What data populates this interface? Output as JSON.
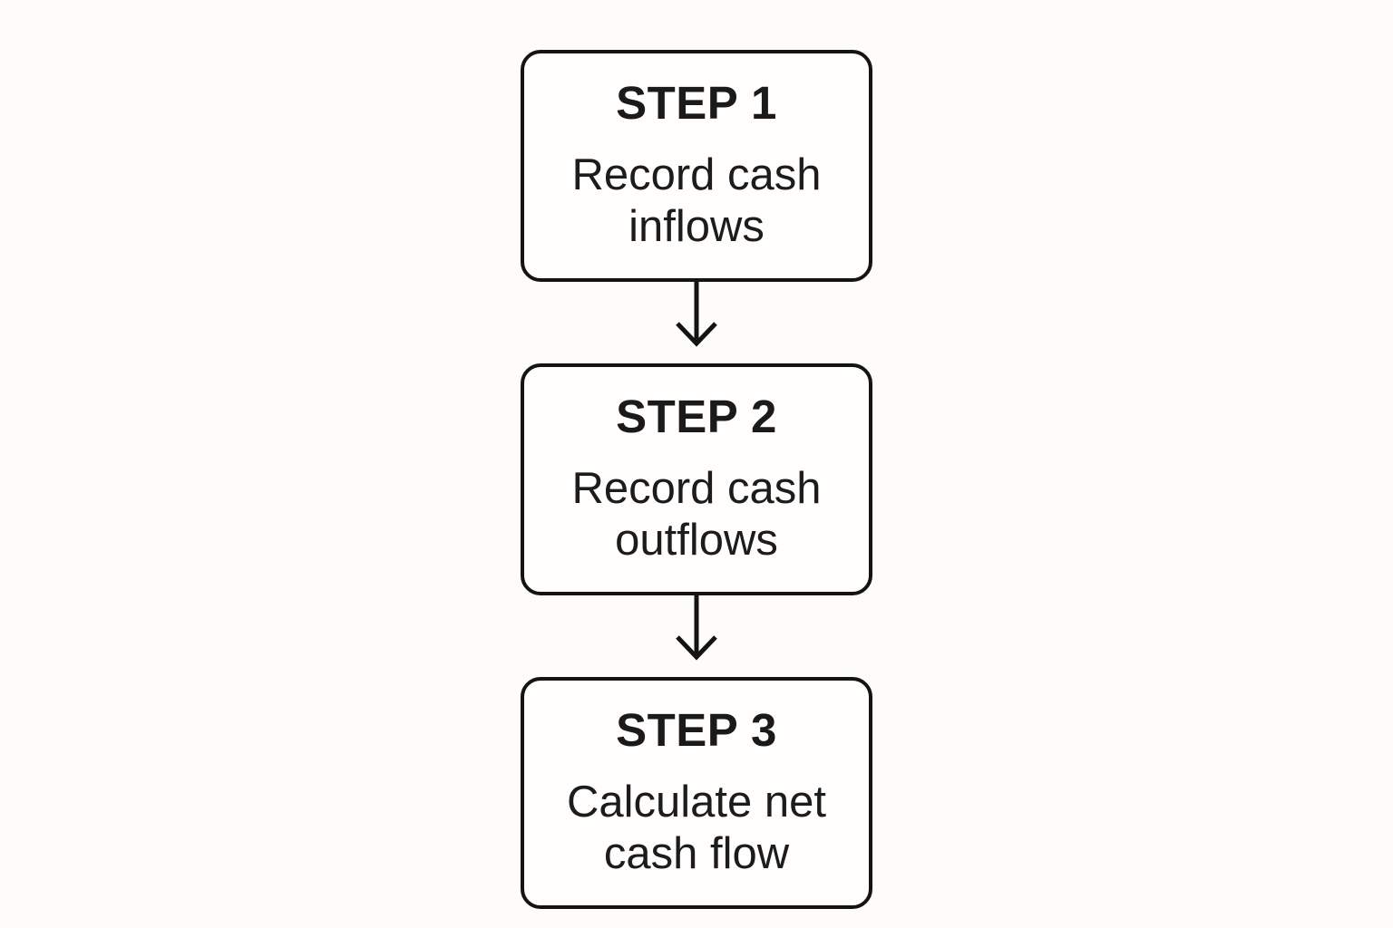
{
  "page": {
    "background_color": "#fdfcf8",
    "box_fill_color": "#fffefd",
    "line_color": "#141414",
    "text_color": "#1c1c1c"
  },
  "diagram": {
    "type": "flowchart",
    "direction": "top-to-bottom",
    "steps": [
      {
        "title": "STEP 1",
        "description": "Record cash inflows"
      },
      {
        "title": "STEP 2",
        "description": "Record cash outflows"
      },
      {
        "title": "STEP 3",
        "description": "Calculate net cash flow"
      }
    ],
    "connectors": [
      {
        "from": 0,
        "to": 1,
        "style": "arrow-down"
      },
      {
        "from": 1,
        "to": 2,
        "style": "arrow-down"
      }
    ]
  }
}
